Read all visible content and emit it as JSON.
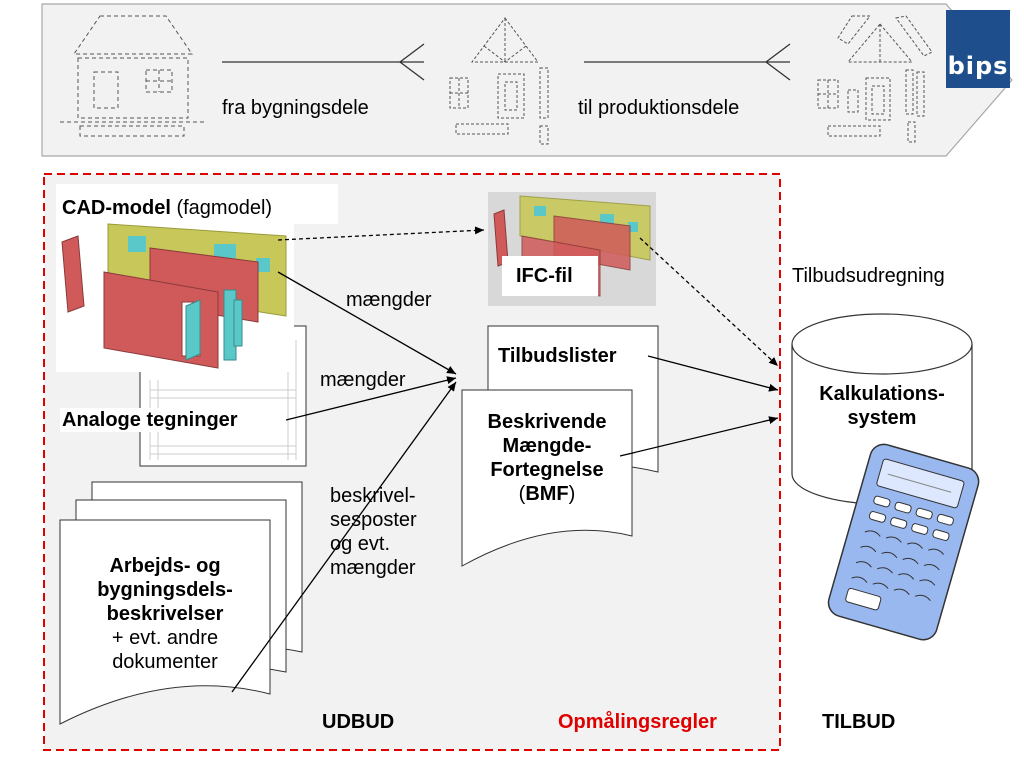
{
  "banner": {
    "left_label": "fra bygningsdele",
    "right_label": "til produktionsdele",
    "logo": "bips"
  },
  "cad": {
    "title_bold": "CAD-model",
    "title_rest": "(fagmodel)"
  },
  "ifc": {
    "label": "IFC-fil"
  },
  "analog": {
    "label": "Analoge tegninger"
  },
  "arbejds": {
    "line1": "Arbejds- og",
    "line2": "bygningsdels-",
    "line3": "beskrivelser",
    "line4": "+ evt. andre",
    "line5": "dokumenter"
  },
  "tilbudslister": {
    "label": "Tilbudslister"
  },
  "bmf": {
    "line1": "Beskrivende",
    "line2": "Mængde-",
    "line3": "Fortegnelse",
    "line4_pre": "(",
    "line4_bold": "BMF",
    "line4_post": ")"
  },
  "kalk": {
    "line1": "Kalkulations-",
    "line2": "system"
  },
  "flow_labels": {
    "maengder1": "mængder",
    "maengder2": "mængder",
    "beskrivel1": "beskrivel-",
    "beskrivel2": "sesposter",
    "beskrivel3": "og evt.",
    "beskrivel4": "mængder",
    "tilbudsudregning": "Tilbudsudregning"
  },
  "footer": {
    "udbud": "UDBUD",
    "opmaaling": "Opmålingsregler",
    "tilbud": "TILBUD"
  },
  "colors": {
    "dashed_border": "#e00000",
    "wall_red": "#d05a5a",
    "wall_yellow": "#c8c85a",
    "window_cyan": "#5ac8c8",
    "calculator_blue": "#9ab8f0",
    "logo_bg": "#1f4e8c"
  }
}
